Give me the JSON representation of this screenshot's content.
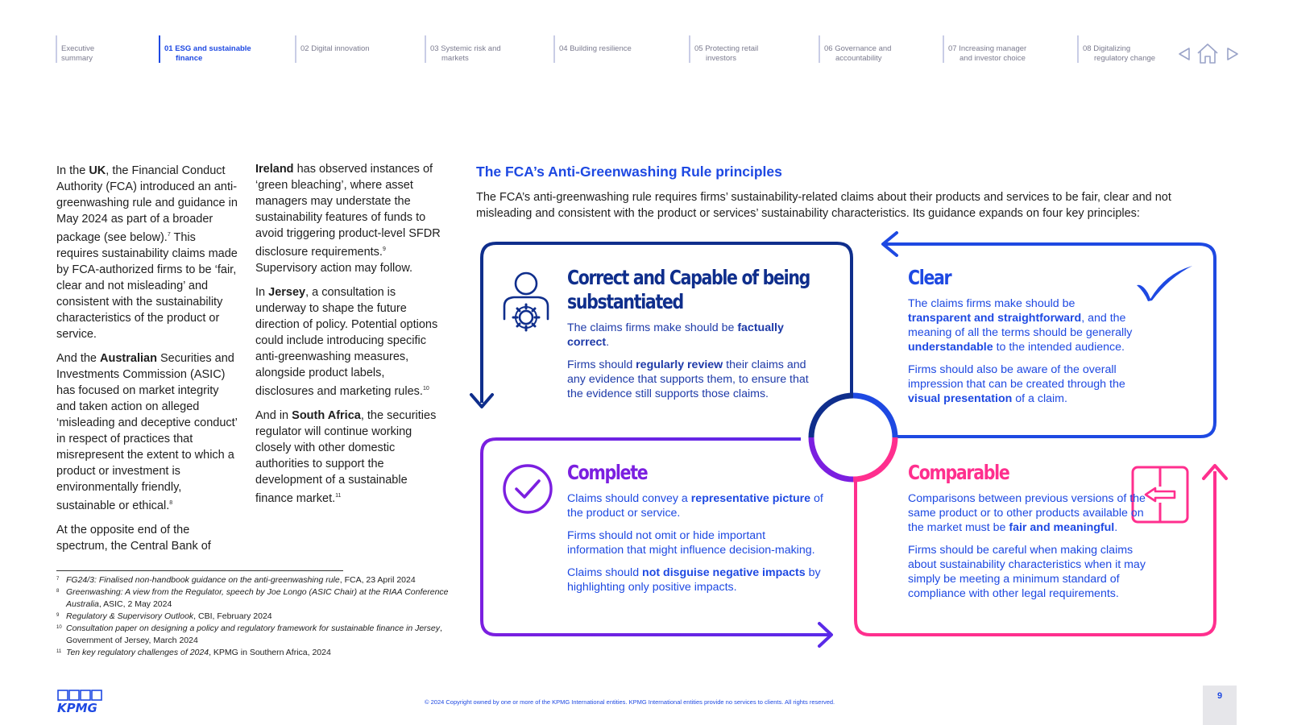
{
  "nav": {
    "items": [
      {
        "line1": "Executive",
        "line2": "summary",
        "active": false
      },
      {
        "line1": "01 ESG and sustainable",
        "line2": "finance",
        "active": true
      },
      {
        "line1": "02 Digital innovation",
        "line2": "",
        "active": false
      },
      {
        "line1": "03 Systemic risk and",
        "line2": "markets",
        "active": false
      },
      {
        "line1": "04 Building resilience",
        "line2": "",
        "active": false
      },
      {
        "line1": "05 Protecting retail",
        "line2": "investors",
        "active": false
      },
      {
        "line1": "06 Governance and",
        "line2": "accountability",
        "active": false
      },
      {
        "line1": "07 Increasing manager",
        "line2": "and investor choice",
        "active": false
      },
      {
        "line1": "08 Digitalizing",
        "line2": "regulatory change",
        "active": false
      }
    ],
    "icons": [
      "previous-arrow-icon",
      "home-icon",
      "next-arrow-icon"
    ]
  },
  "col1": {
    "p1": {
      "a": "In the ",
      "b": "UK",
      "c": ", the Financial Conduct Authority (FCA) introduced an anti-greenwashing rule and guidance in May 2024 as part of a broader package (see below).",
      "sup": "7",
      "d": " This requires sustainability claims made by FCA-authorized firms to be ‘fair, clear and not misleading’ and consistent with the sustainability characteristics of the product or service."
    },
    "p2": {
      "a": "And the ",
      "b": "Australian",
      "c": " Securities and Investments Commission (ASIC) has focused on market integrity and taken action on alleged ‘misleading and deceptive conduct’ in respect of practices that misrepresent the extent to which a product or investment is environmentally friendly, sustainable or ethical.",
      "sup": "8"
    },
    "p3": "At the opposite end of the spectrum, the Central Bank of"
  },
  "col2": {
    "p1": {
      "b": "Ireland",
      "c": " has observed instances of ‘green bleaching’, where asset managers may understate the sustainability features of funds to avoid triggering product-level SFDR disclosure requirements.",
      "sup": "9",
      "d": " Supervisory action may follow."
    },
    "p2": {
      "a": "In ",
      "b": "Jersey",
      "c": ", a consultation is underway to shape the future direction of policy. Potential options could include introducing specific anti-greenwashing measures, alongside product labels, disclosures and marketing rules.",
      "sup": "10"
    },
    "p3": {
      "a": "And in ",
      "b": "South Africa",
      "c": ", the securities regulator will continue working closely with other domestic authorities to support the development of a sustainable finance market.",
      "sup": "11"
    }
  },
  "footnotes": [
    {
      "num": "7",
      "italic": "FG24/3: Finalised non-handbook guidance on the anti-greenwashing rule",
      "rest": ", FCA, 23 April 2024"
    },
    {
      "num": "8",
      "italic": "Greenwashing: A view from the Regulator, speech by Joe Longo (ASIC Chair) at the RIAA Conference Australia",
      "rest": ", ASIC, 2 May 2024"
    },
    {
      "num": "9",
      "italic": "Regulatory & Supervisory Outlook",
      "rest": ", CBI, February 2024"
    },
    {
      "num": "10",
      "italic": "Consultation paper on designing a policy and regulatory framework for sustainable finance in Jersey",
      "rest": ", Government of Jersey, March 2024"
    },
    {
      "num": "11",
      "italic": "Ten key regulatory challenges of 2024",
      "rest": ", KPMG in Southern Africa, 2024"
    }
  ],
  "fca": {
    "title": "The FCA’s Anti-Greenwashing Rule principles",
    "intro": "The FCA’s anti-greenwashing rule requires firms’ sustainability-related claims about their products and services to be fair, clear and not misleading and consistent with the product or services’ sustainability characteristics. Its guidance expands on four key principles:"
  },
  "quads": {
    "correct": {
      "title_l1": "Correct and Capable of being",
      "title_l2": "substantiated",
      "p1": {
        "a": "The claims firms make should be ",
        "b": "factually correct",
        "c": "."
      },
      "p2": {
        "a": "Firms should ",
        "b": "regularly review",
        "c": " their claims and any evidence that supports them, to ensure that the evidence still supports those claims."
      }
    },
    "clear": {
      "title": "Clear",
      "p1": {
        "a": "The claims firms make should be ",
        "b": "transparent and straightforward",
        "c": ", and the meaning of all the terms should be generally ",
        "d": "understandable",
        "e": " to the intended audience."
      },
      "p2": {
        "a": "Firms should also be aware of the overall impression that can be created through the ",
        "b": "visual presentation",
        "c": " of a claim."
      }
    },
    "complete": {
      "title": "Complete",
      "p1": {
        "a": "Claims should convey a ",
        "b": "representative picture",
        "c": " of the product or service."
      },
      "p2": "Firms should not omit or hide important information that might influence decision-making.",
      "p3": {
        "a": "Claims should ",
        "b": "not disguise negative impacts",
        "c": " by highlighting only positive impacts."
      }
    },
    "comparable": {
      "title": "Comparable",
      "p1": {
        "a": "Comparisons between previous versions of the same product or to other products available on the market must be ",
        "b": "fair and meaningful",
        "c": "."
      },
      "p2": "Firms should be careful when making claims about sustainability characteristics when it may simply be meeting a minimum standard of compliance with other legal requirements."
    }
  },
  "colors": {
    "blue": "#1e49e2",
    "navy": "#0f2e8c",
    "purple": "#7b1fe0",
    "pink": "#ff2f8e"
  },
  "footer": {
    "copyright": "© 2024 Copyright owned by one or more of the KPMG International entities. KPMG International entities provide no services to clients. All rights reserved.",
    "page": "9",
    "logo": "KPMG"
  }
}
